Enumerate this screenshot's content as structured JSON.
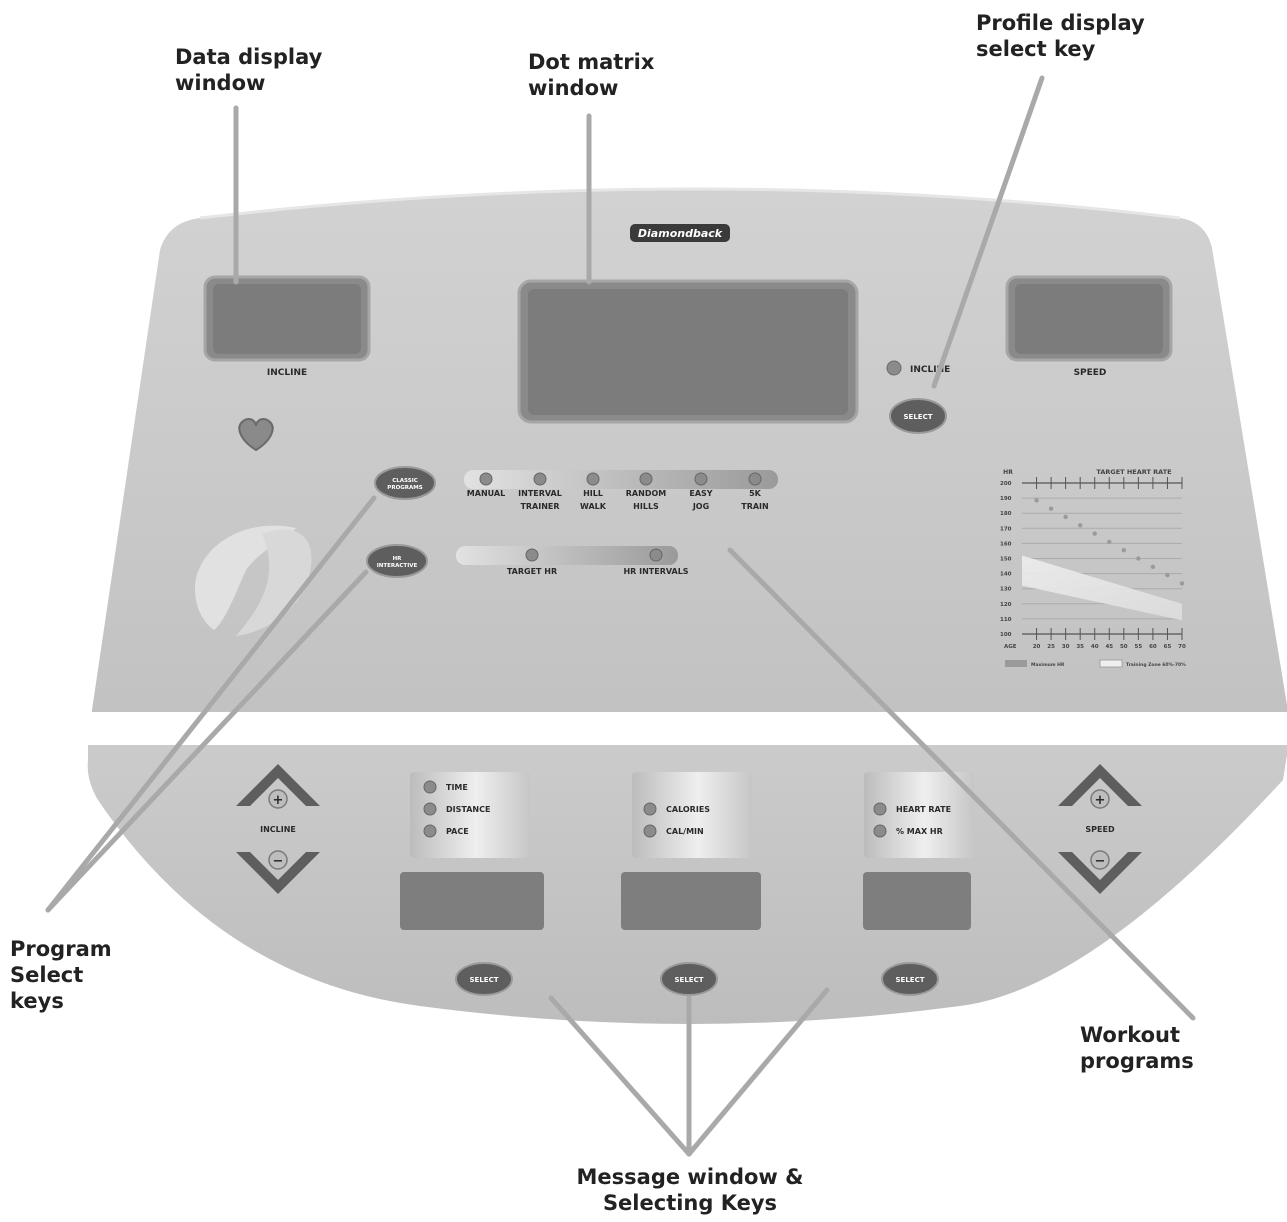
{
  "callouts": {
    "data_display": [
      "Data display",
      "window"
    ],
    "dot_matrix": [
      "Dot matrix",
      "window"
    ],
    "profile_select": [
      "Profile display",
      "select key"
    ],
    "program_select": [
      "Program",
      "Select",
      "keys"
    ],
    "workout_programs": [
      "Workout",
      "programs"
    ],
    "message_window": [
      "Message window &",
      "Selecting Keys"
    ]
  },
  "console": {
    "brand": "Diamondback",
    "incline_label": "INCLINE",
    "speed_label": "SPEED",
    "profile_led_label": "INCLINE",
    "select_label": "SELECT",
    "classic_programs": [
      "CLASSIC",
      "PROGRAMS"
    ],
    "hr_interactive": [
      "HR",
      "INTERACTIVE"
    ],
    "classic_list": [
      {
        "l1": "MANUAL",
        "l2": ""
      },
      {
        "l1": "INTERVAL",
        "l2": "TRAINER"
      },
      {
        "l1": "HILL",
        "l2": "WALK"
      },
      {
        "l1": "RANDOM",
        "l2": "HILLS"
      },
      {
        "l1": "EASY",
        "l2": "JOG"
      },
      {
        "l1": "5K",
        "l2": "TRAIN"
      }
    ],
    "hr_list": [
      "TARGET HR",
      "HR INTERVALS"
    ]
  },
  "lower": {
    "incline_label": "INCLINE",
    "speed_label": "SPEED",
    "plus": "+",
    "minus": "−",
    "group1": [
      "TIME",
      "DISTANCE",
      "PACE"
    ],
    "group2": [
      "CALORIES",
      "CAL/MIN"
    ],
    "group3": [
      "HEART RATE",
      "% MAX HR"
    ],
    "select_label": "SELECT"
  },
  "hr_chart": {
    "title": "TARGET HEART RATE",
    "y_label": "HR",
    "y_ticks": [
      "200",
      "190",
      "180",
      "170",
      "160",
      "150",
      "140",
      "130",
      "120",
      "110",
      "100"
    ],
    "x_ticks": [
      "AGE",
      "20",
      "25",
      "30",
      "35",
      "40",
      "45",
      "50",
      "55",
      "60",
      "65",
      "70"
    ],
    "legend": [
      "Maximum HR",
      "Training Zone 60%-70%"
    ]
  },
  "colors": {
    "panel": "#c7c7c7",
    "window": "#7e7e7e",
    "key": "#5e5e5e",
    "led": "#8b8b8b",
    "leader": "#a9a9a9"
  }
}
